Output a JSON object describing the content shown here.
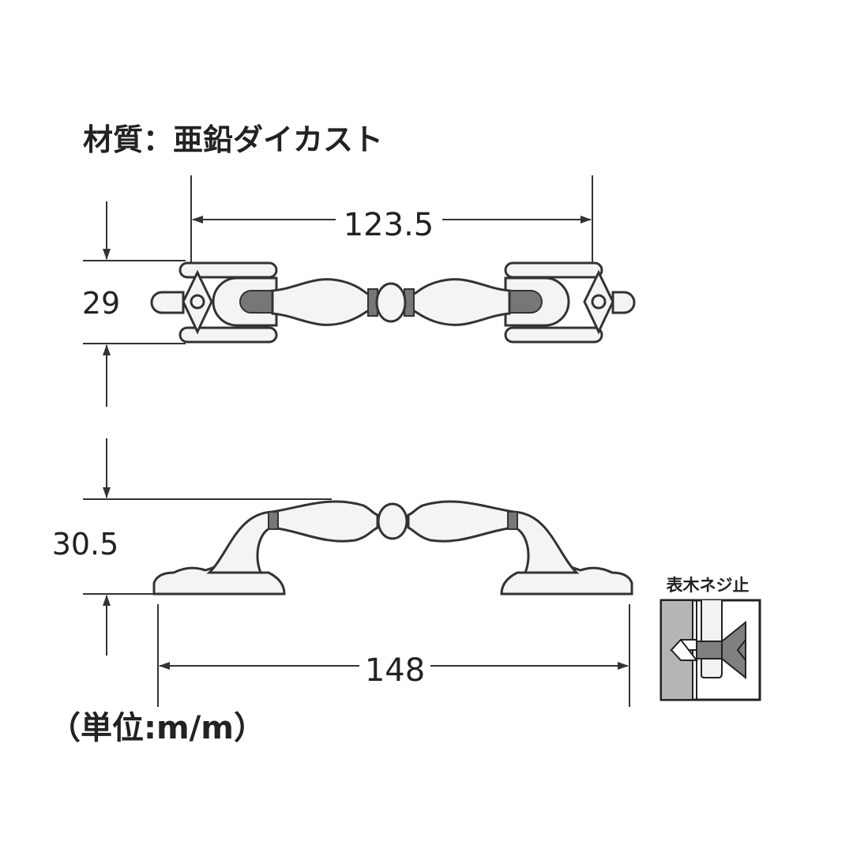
{
  "material_label": "材質：亜鉛ダイカスト",
  "dimensions": {
    "hole_pitch": "123.5",
    "base_width": "29",
    "height": "30.5",
    "overall_length": "148"
  },
  "unit_label": "（単位:m/m）",
  "mounting": {
    "label": "表木ネジ止",
    "colors": {
      "wood": "#b5b5b5",
      "screw": "#808080"
    }
  }
}
